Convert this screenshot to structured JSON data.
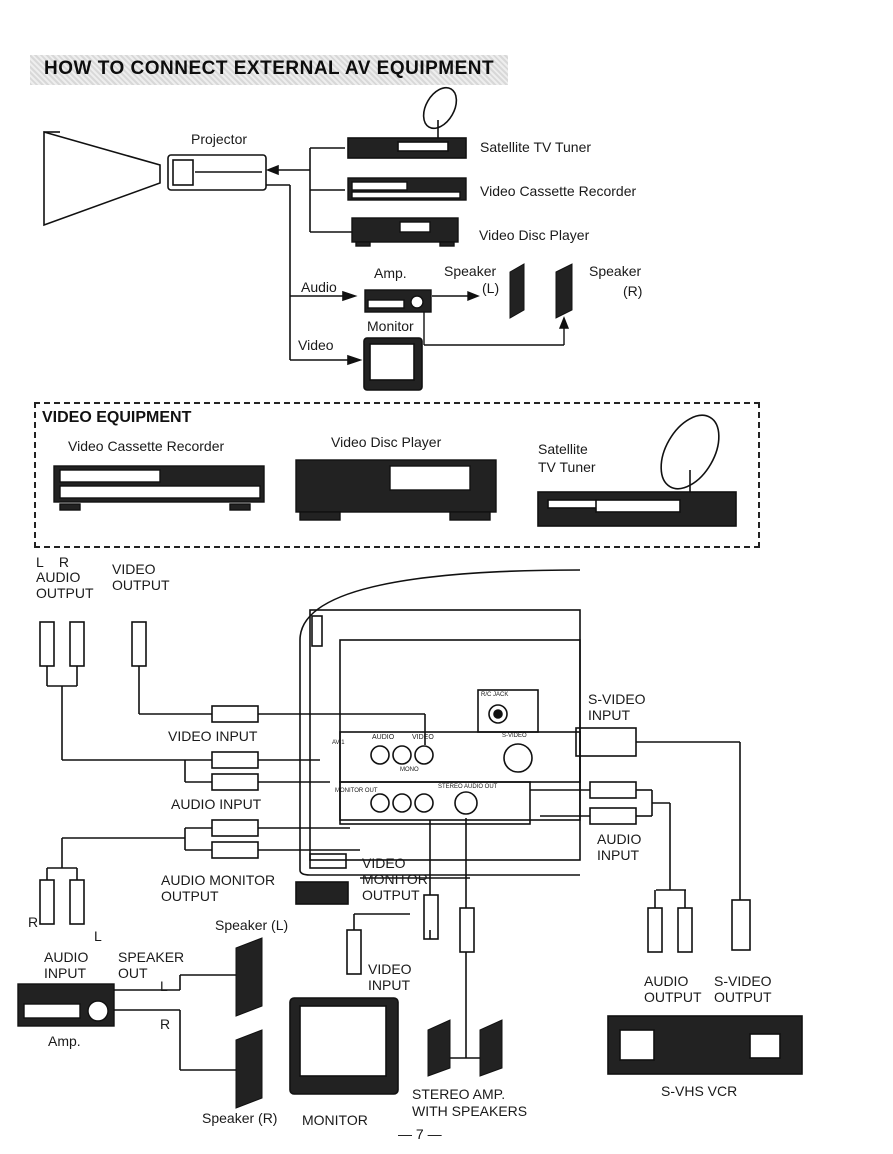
{
  "title": "HOW TO CONNECT EXTERNAL AV EQUIPMENT",
  "overview": {
    "projector": "Projector",
    "satellite_tuner": "Satellite TV Tuner",
    "vcr": "Video Cassette Recorder",
    "disc_player": "Video Disc Player",
    "amp": "Amp.",
    "speaker_l_word": "Speaker",
    "speaker_l_side": "(L)",
    "speaker_r_word": "Speaker",
    "speaker_r_side": "(R)",
    "audio": "Audio",
    "video": "Video",
    "monitor": "Monitor"
  },
  "video_equipment": {
    "heading": "VIDEO EQUIPMENT",
    "vcr": "Video Cassette Recorder",
    "disc_player": "Video Disc Player",
    "satellite_line1": "Satellite",
    "satellite_line2": "TV Tuner"
  },
  "connections": {
    "lr": "L    R",
    "audio_output_1": "AUDIO",
    "audio_output_2": "OUTPUT",
    "video_output_1": "VIDEO",
    "video_output_2": "OUTPUT",
    "video_input": "VIDEO INPUT",
    "audio_input": "AUDIO INPUT",
    "audio_monitor_output_1": "AUDIO MONITOR",
    "audio_monitor_output_2": "OUTPUT",
    "video_monitor_output_1": "VIDEO",
    "video_monitor_output_2": "MONITOR",
    "video_monitor_output_3": "OUTPUT",
    "svideo_input_1": "S-VIDEO",
    "svideo_input_2": "INPUT",
    "audio_input_right_1": "AUDIO",
    "audio_input_right_2": "INPUT",
    "r": "R",
    "l": "L",
    "amp_audio_input_1": "AUDIO",
    "amp_audio_input_2": "INPUT",
    "speaker_out_1": "SPEAKER",
    "speaker_out_2": "OUT",
    "out_l": "L",
    "out_r": "R",
    "amp": "Amp.",
    "speaker_l": "Speaker (L)",
    "speaker_r": "Speaker (R)",
    "video_input_monitor_1": "VIDEO",
    "video_input_monitor_2": "INPUT",
    "monitor": "MONITOR",
    "stereo_amp_1": "STEREO AMP.",
    "stereo_amp_2": "WITH SPEAKERS",
    "vcr_audio_output_1": "AUDIO",
    "vcr_audio_output_2": "OUTPUT",
    "vcr_svideo_output_1": "S-VIDEO",
    "vcr_svideo_output_2": "OUTPUT",
    "svhs_vcr": "S-VHS VCR"
  },
  "panel": {
    "rc_jack": "R/C JACK",
    "svideo": "S-VIDEO",
    "audio": "AUDIO",
    "video": "VIDEO",
    "av1": "AV-1",
    "monitor_out": "MONITOR OUT",
    "mono": "MONO",
    "stereo_audio_out": "STEREO AUDIO OUT"
  },
  "page_number": "— 7 —"
}
